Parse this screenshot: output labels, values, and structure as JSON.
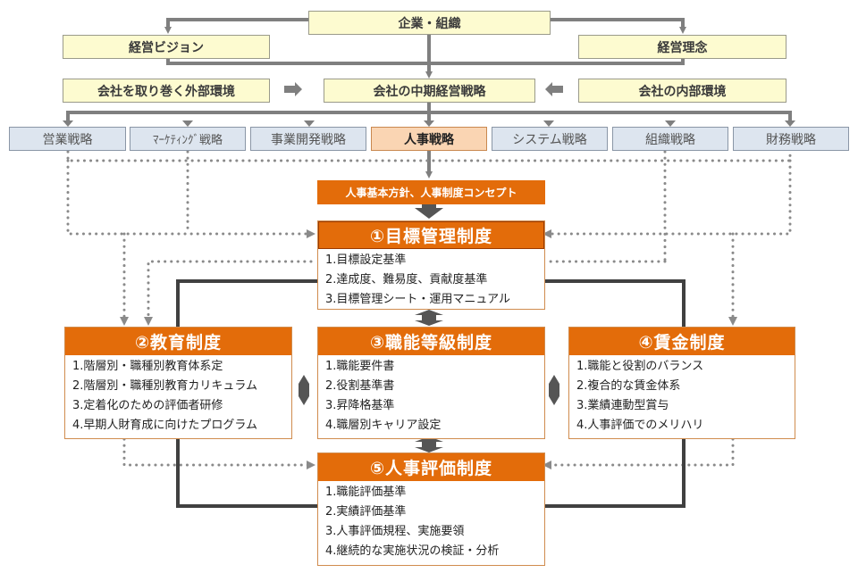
{
  "top": {
    "company": "企業・組織",
    "vision": "経営ビジョン",
    "philosophy": "経営理念",
    "external_env": "会社を取り巻く外部環境",
    "mid_term_strategy": "会社の中期経営戦略",
    "internal_env": "会社の内部環境"
  },
  "strategies": [
    {
      "label": "営業戦略",
      "highlight": false
    },
    {
      "label": "ﾏｰｹﾃｨﾝｸﾞ戦略",
      "highlight": false
    },
    {
      "label": "事業開発戦略",
      "highlight": false
    },
    {
      "label": "人事戦略",
      "highlight": true
    },
    {
      "label": "システム戦略",
      "highlight": false
    },
    {
      "label": "組織戦略",
      "highlight": false
    },
    {
      "label": "財務戦略",
      "highlight": false
    }
  ],
  "policy_banner": "人事基本方針、人事制度コンセプト",
  "systems": {
    "mbo": {
      "title": "①目標管理制度",
      "items": [
        "1.目標設定基準",
        "2.達成度、難易度、貢献度基準",
        "3.目標管理シート・運用マニュアル"
      ]
    },
    "education": {
      "title": "②教育制度",
      "items": [
        "1.階層別・職種別教育体系定",
        "2.階層別・職種別教育カリキュラム",
        "3.定着化のための評価者研修",
        "4.早期人財育成に向けたプログラム"
      ]
    },
    "grade": {
      "title": "③職能等級制度",
      "items": [
        "1.職能要件書",
        "2.役割基準書",
        "3.昇降格基準",
        "4.職層別キャリア設定"
      ]
    },
    "wage": {
      "title": "④賃金制度",
      "items": [
        "1.職能と役割のバランス",
        "2.複合的な賃金体系",
        "3.業績連動型賞与",
        "4.人事評価でのメリハリ"
      ]
    },
    "evaluation": {
      "title": "⑤人事評価制度",
      "items": [
        "1.職能評価基準",
        "2.実績評価基準",
        "3.人事評価規程、実施要領",
        "4.継続的な実施状況の検証・分析"
      ]
    }
  },
  "colors": {
    "orange": "#e36c0a",
    "yellow_box": "#fdfbd0",
    "blue_box": "#dde5ef",
    "peach_box": "#fad5b3",
    "connector": "#7f7f7f",
    "frame": "#404040"
  }
}
